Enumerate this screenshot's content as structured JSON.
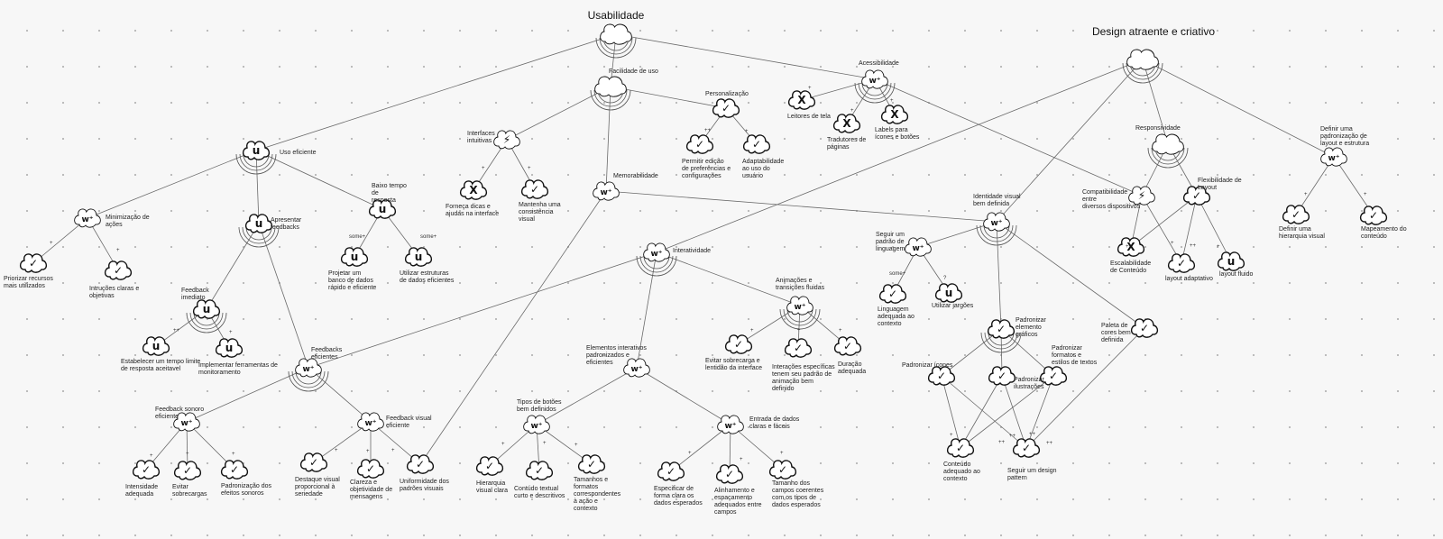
{
  "titles": {
    "usabilidade": "Usabilidade",
    "design": "Design atraente e criativo"
  },
  "labels": {
    "facilidade": "Facilidade de uso",
    "acessibilidade": "Acessibilidade",
    "uso_eficiente": "Uso eficiente",
    "interfaces_intuitivas": "Interfaces\nintuitivas",
    "personalizacao": "Personalização",
    "memorabilidade": "Memorabilidade",
    "interatividade": "Interatividade",
    "minimizacao": "Minimização de\nações",
    "apresentar_feedbacks": "Apresentar\nfeedbacks",
    "baixo_tempo": "Baixo tempo\nde\nresposta",
    "feedback_imediato": "Feedback\nimediato",
    "feedbacks_eficientes": "Feedbacks\neficientes",
    "feedback_sonoro": "Feedback sonoro\neficiente",
    "feedback_visual": "Feedback visual\neficiente",
    "elementos_interativos": "Elementos interativos\npadronizados e\neficientes",
    "animacoes": "Animações e\ntransições fluidas",
    "tipos_botoes": "Tipos de botões\nbem definidos",
    "entrada_dados": "Entrada de dados\nclaras e fáceis",
    "leitores_tela": "Leitores de tela",
    "tradutores": "Tradutores de\npáginas",
    "labels_icones": "Labels para\nícones e botões",
    "priorizar": "Priorizar recursos\nmais utilizados",
    "intrucoes": "Intruções claras e\nobjetivas",
    "forneca_dicas": "Forneça dicas e\najudas na interface",
    "mantenha": "Mantenha uma\nconsistência\nvisual",
    "permitir_edicao": "Permitir edição\nde preferências e\nconfigurações",
    "adaptabilidade": "Adaptabilidade\nao uso do\nusuário",
    "projetar_banco": "Projetar um\nbanco de dados\nrápido e eficiente",
    "utilizar_estruturas": "Utilizar estruturas\nde dados eficientes",
    "estabelecer_tempo": "Estabelecer um tempo limite\nde resposta aceitavel",
    "implementar": "Implementar ferramentas de\nmonitoramento",
    "intensidade": "Intensidade\nadequada",
    "evitar_sobrecargas": "Evitar\nsobrecargas",
    "padronizacao_sonoros": "Padronização dos\nefeitos sonoros",
    "destaque_visual": "Destaque visual\nproporcional à\nseriedade",
    "clareza": "Clareza e\nobjetividade de\nmensagens",
    "uniformidade": "Uniformidade dos\npadrões visuais",
    "hierarquia": "Hierarquia\nvisual clara",
    "conteudo_textual": "Contúdo textual\ncurto e descritivos",
    "tamanhos_formatos": "Tamanhos e\nformatos\ncorrespondentes\nà ação e\ncontexto",
    "especificar": "Especificar de\nforma clara os\ndados esperados",
    "alinhamento": "Alinhamento e\nespaçamento\nadequados entre\ncampos",
    "tamanho_campos": "Tamanho dos\ncampos coerentes\ncom os tipos de\ndados esperados",
    "evitar_sobrecarga_lentidao": "Evitar sobrecarga e\nlentidão da interface",
    "interacoes_especificas": "Interações específicas\ntenem seu padrão de\nanimação bem\ndefinido",
    "duracao": "Duração\nadequada",
    "identidade_visual": "Identidade visual\nbem definida",
    "seguir_padrao_linguagem": "Seguir um\npadrão de\nlinguagem",
    "linguagem_adequada": "Linguagem\nadequada ao\ncontexto",
    "utilizar_jargoes": "Utilizar jargões",
    "padronizar_elementos": "Padronizar\nelemento\ngráficos",
    "paleta": "Paleta de\ncores bem\ndefinida",
    "padronizar_icones": "Padronizar ícones",
    "padronizar_ilustracoes": "Padronizar\nilustrações",
    "padronizar_formatos": "Padronizar\nformatos e\nestilos de textos",
    "conteudo_adequado": "Conteúdo\nadequado ao\ncontexto",
    "seguir_design_pattern": "Seguir um design\npattern",
    "responsividade": "Responsividade",
    "compatibilidade": "Compatibilidade\nentre\ndiversos dispositivos",
    "flexibilidade": "Flexibilidade de\nLayout",
    "escalabilidade": "Escalabilidade\nde Conteúdo",
    "layout_adaptativo": "layout adaptativo",
    "layout_fluido": "layout fluido",
    "definir_padronizacao": "Definir uma\npadronização de\nlayout e estrutura",
    "definir_hierarquia": "Definir uma\nhierarquia visual",
    "mapeamento": "Mapeamento do\nconteúdo"
  },
  "contributions": {
    "plus": "+",
    "plusplus": "++",
    "someplus": "some+",
    "question": "?"
  },
  "node_symbols": {
    "unknown": "u",
    "weak_satisficed": "w⁺",
    "satisficed": "✓",
    "denied": "X",
    "conflict": "⚡"
  }
}
